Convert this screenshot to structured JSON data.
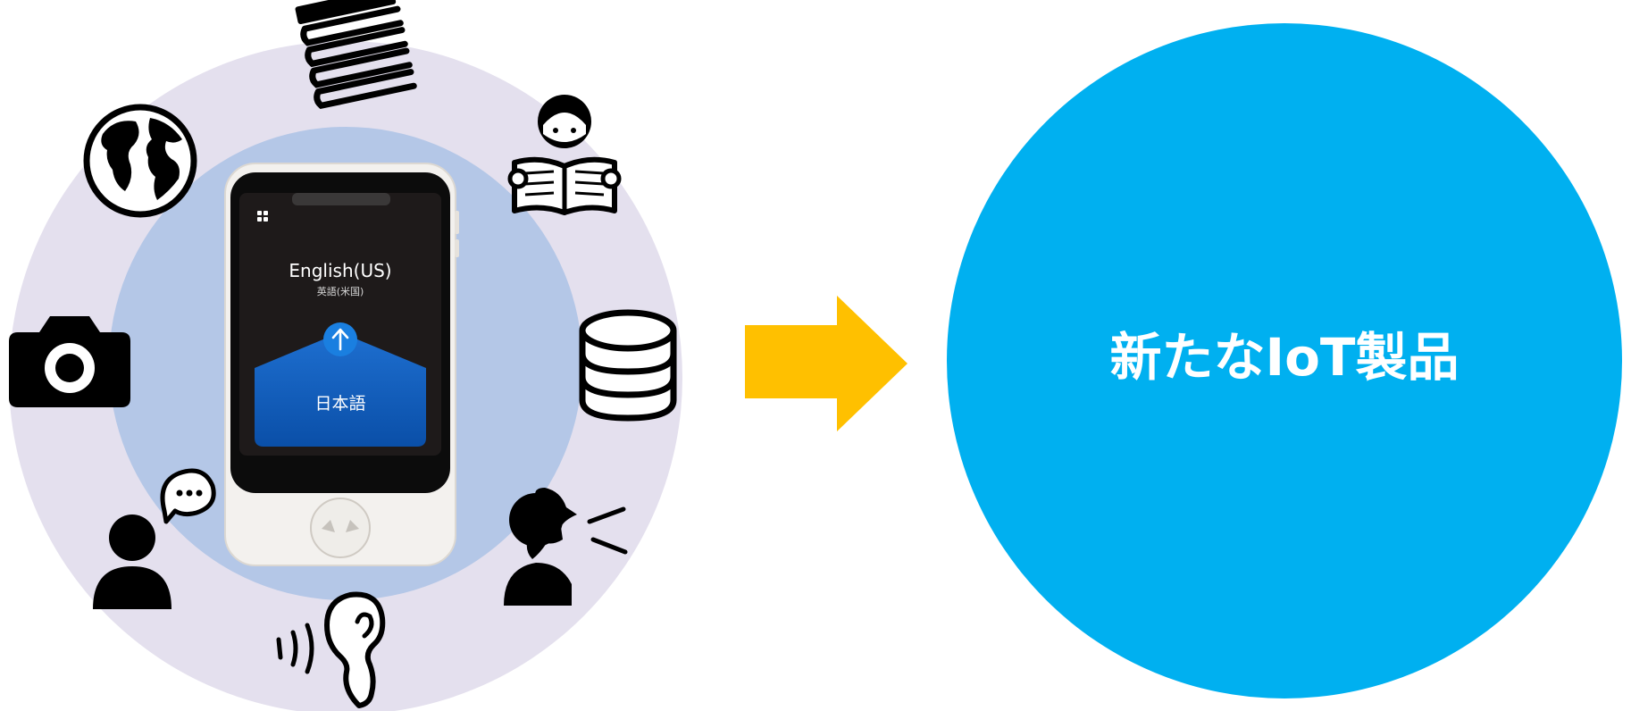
{
  "device": {
    "language_title": "English(US)",
    "language_subtitle": "英語(米国)",
    "source_button_label": "日本語"
  },
  "result": {
    "label": "新たなIoT製品"
  },
  "icons": [
    "books-icon",
    "globe-icon",
    "person-reading-icon",
    "camera-icon",
    "database-icon",
    "person-chat-icon",
    "person-speaking-icon",
    "ear-listening-icon"
  ],
  "colors": {
    "outer_ring": "#e4e0ee",
    "inner_ring": "#b4c7e7",
    "arrow": "#ffc000",
    "result_circle": "#00b0f0",
    "device_body": "#f1efec",
    "device_screen": "#1e1a1a",
    "device_button": "#1565c0"
  }
}
